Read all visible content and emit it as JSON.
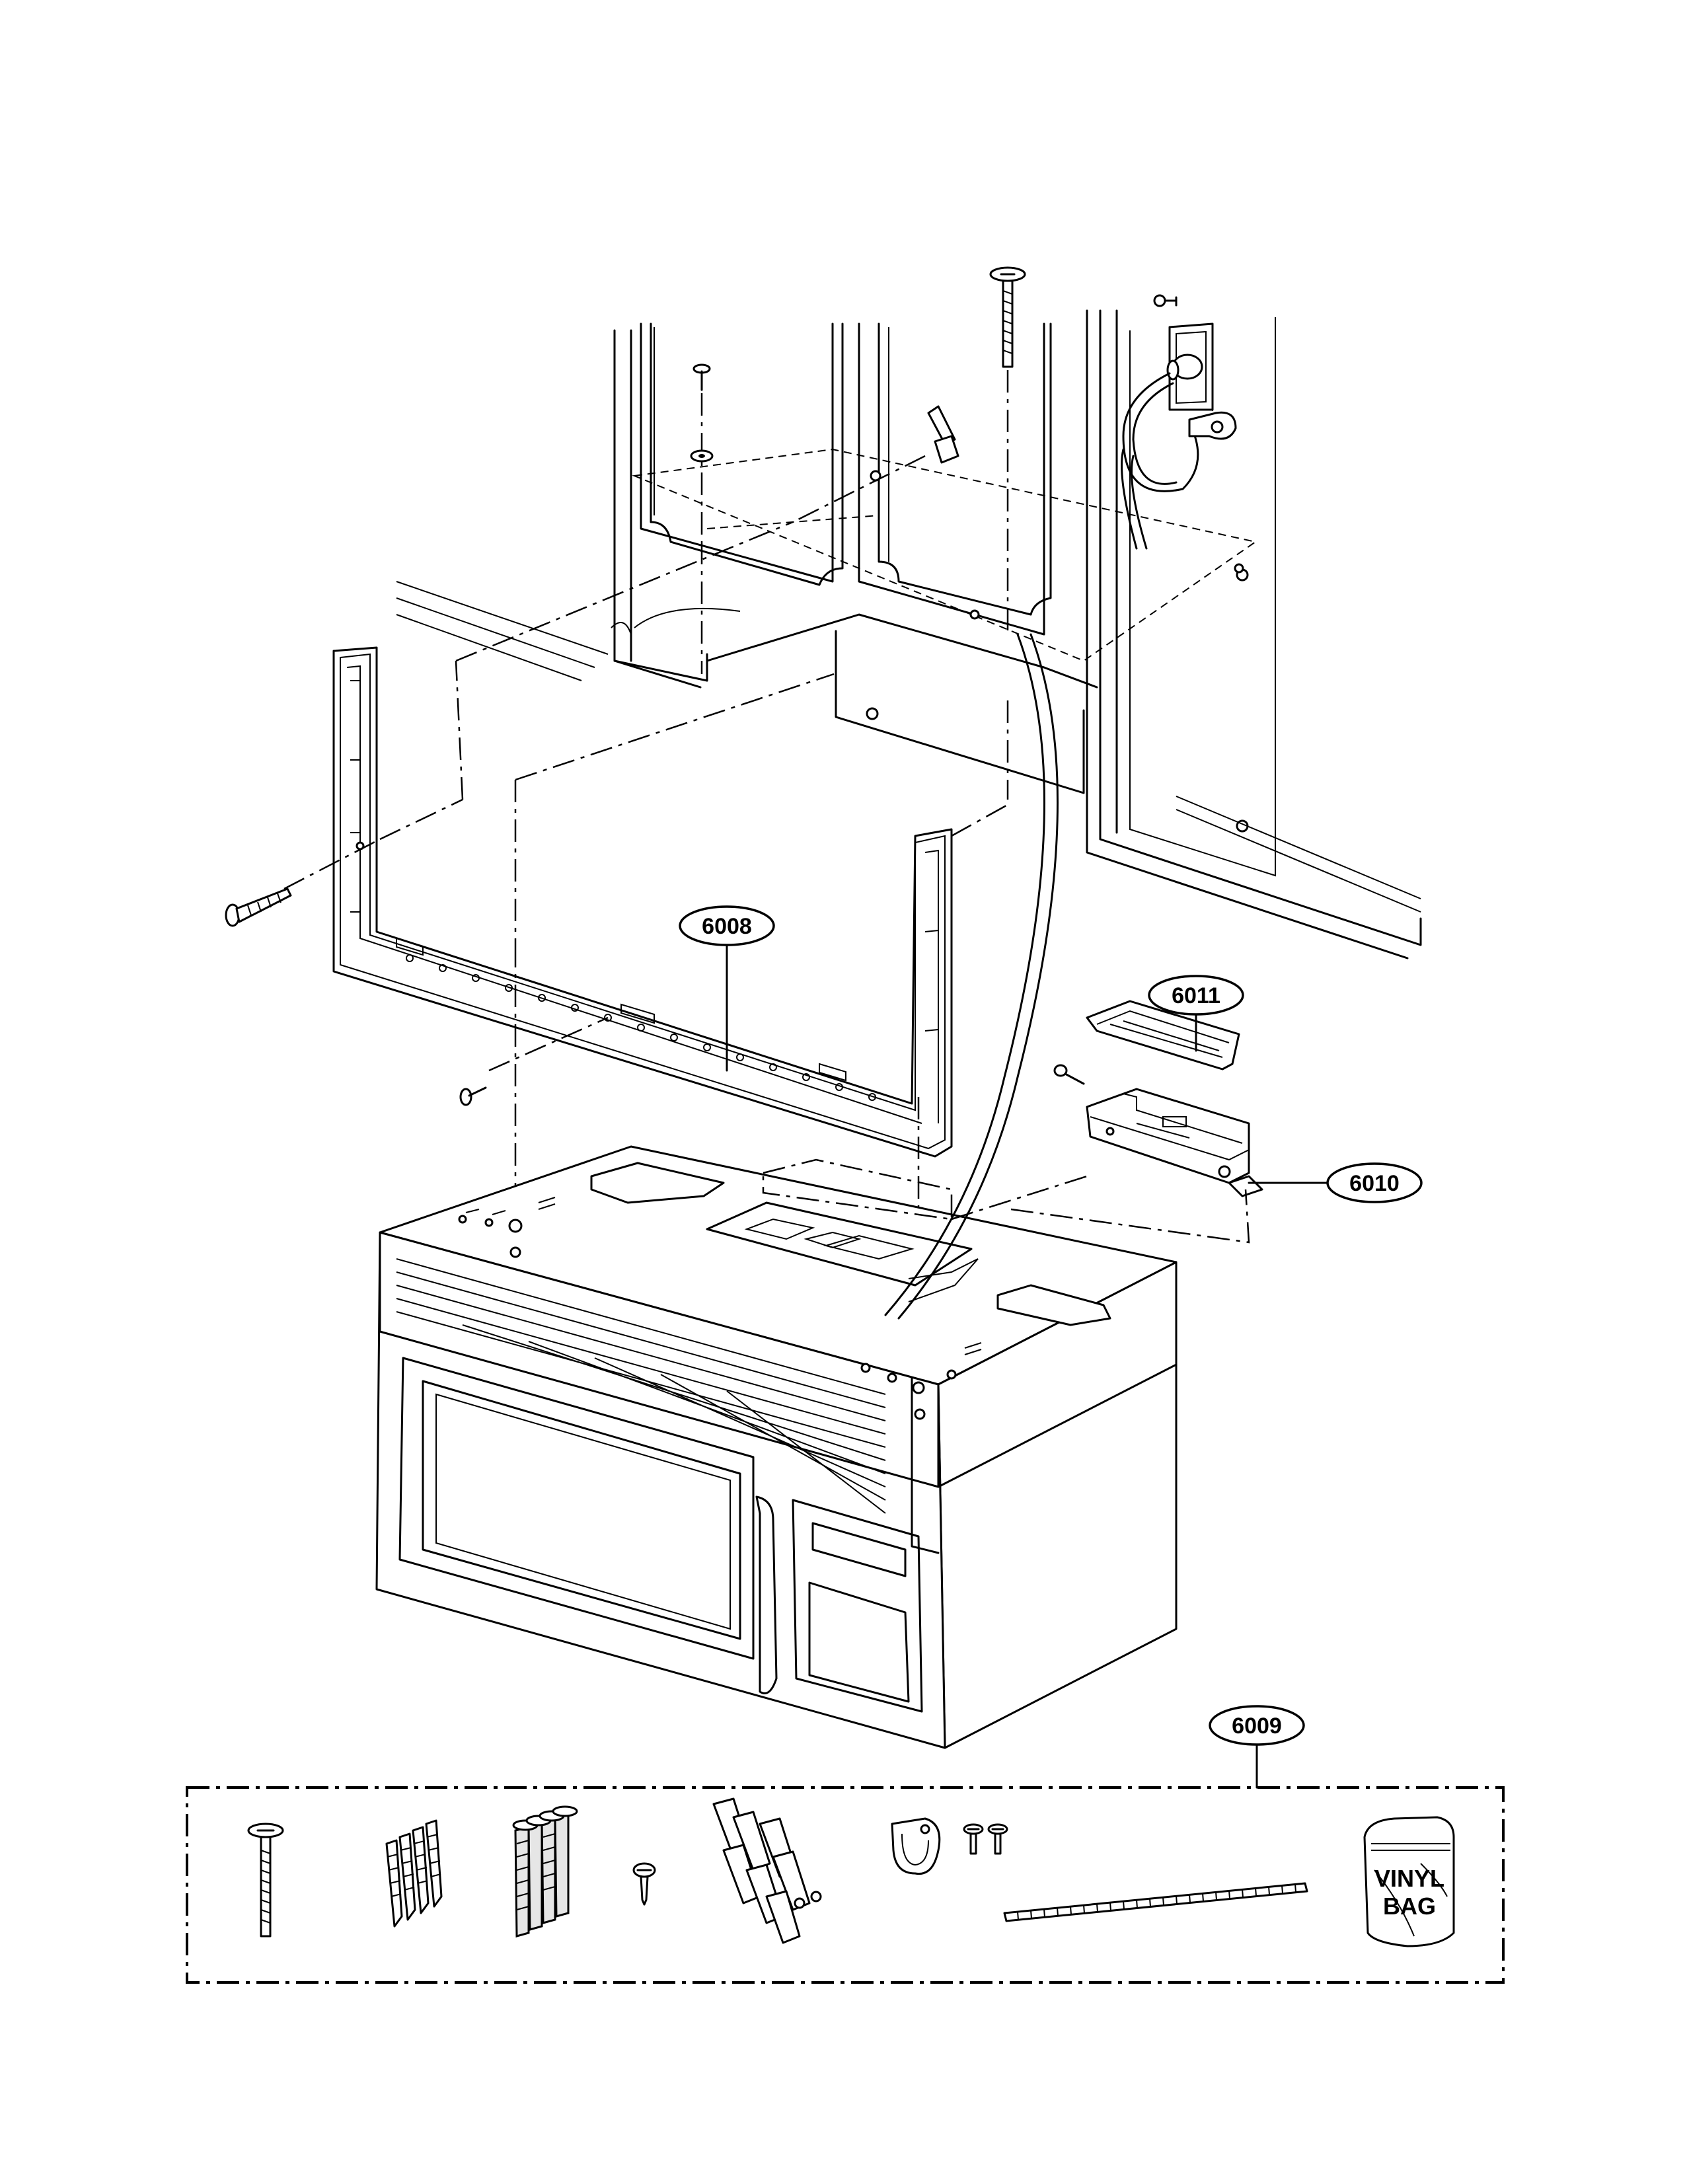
{
  "diagram": {
    "callouts": [
      {
        "id": "6008",
        "label": "6008"
      },
      {
        "id": "6011",
        "label": "6011"
      },
      {
        "id": "6010",
        "label": "6010"
      },
      {
        "id": "6009",
        "label": "6009"
      }
    ],
    "vinyl_bag": {
      "line1": "VINYL",
      "line2": "BAG"
    }
  }
}
